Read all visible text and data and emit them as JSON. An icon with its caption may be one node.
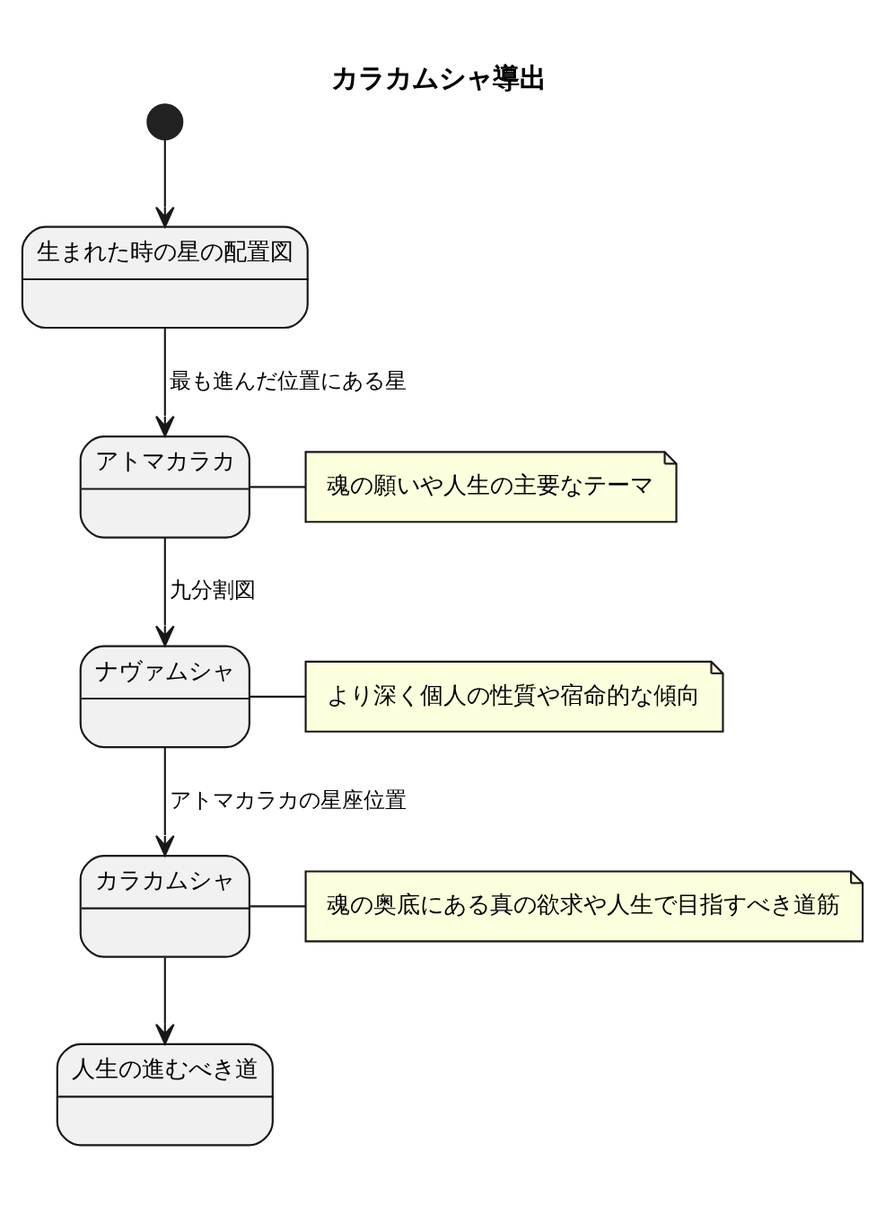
{
  "diagram": {
    "title": "カラカムシャ導出",
    "nodes": [
      {
        "text": [],
        "shape": "circle"
      },
      {
        "text": [
          "生まれた時の星の配置図"
        ]
      },
      {
        "text": [
          "アトマカラカ"
        ]
      },
      {
        "text": [
          "魂の願いや人生の主要なテーマ"
        ]
      },
      {
        "text": [
          "ナヴァムシャ"
        ]
      },
      {
        "text": [
          "より深く個人の性質や宿命的な傾向"
        ]
      },
      {
        "text": [
          "カラカムシャ"
        ]
      },
      {
        "text": [
          "魂の奥底にある真の欲求や人生で目指すべき道筋"
        ]
      },
      {
        "text": [
          "人生の進むべき道"
        ]
      }
    ],
    "edges": [
      {
        "from": 0,
        "to": 1,
        "arrow": "to"
      },
      {
        "from": 1,
        "to": 2,
        "arrow": "to",
        "label": "最も進んだ位置にある星"
      },
      {
        "from": 2,
        "to": 3,
        "arrow": "none"
      },
      {
        "from": 2,
        "to": 4,
        "arrow": "to",
        "label": "九分割図"
      },
      {
        "from": 4,
        "to": 5,
        "arrow": "none"
      },
      {
        "from": 4,
        "to": 6,
        "arrow": "to",
        "label": "アトマカラカの星座位置"
      },
      {
        "from": 6,
        "to": 7,
        "arrow": "none"
      },
      {
        "from": 6,
        "to": 8,
        "arrow": "to"
      }
    ]
  }
}
